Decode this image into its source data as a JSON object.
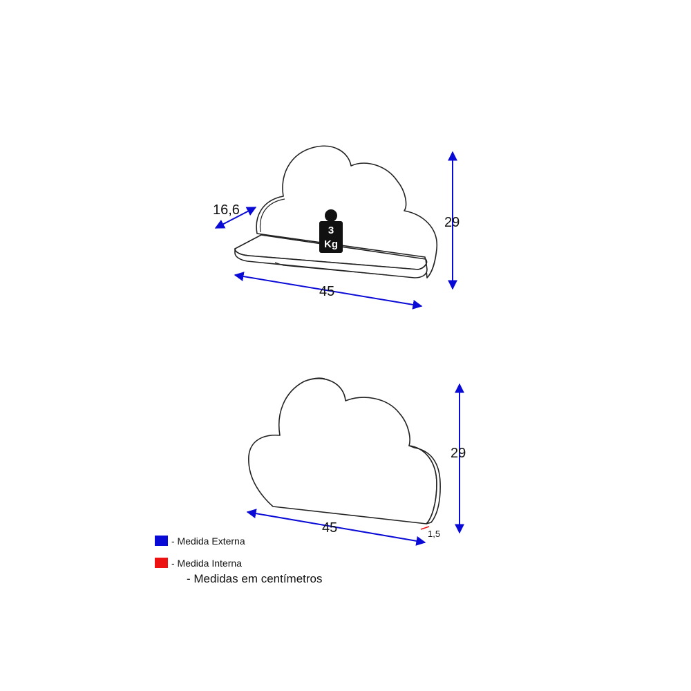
{
  "colors": {
    "external": "#0a0ad6",
    "internal": "#ee1111",
    "outline": "#222222"
  },
  "view_top": {
    "width_label": "45",
    "height_label": "29",
    "depth_label": "16,6",
    "weight_line1": "3",
    "weight_line2": "Kg"
  },
  "view_bottom": {
    "width_label": "45",
    "height_label": "29",
    "thickness_label": "1,5"
  },
  "legend": {
    "external_label": "- Medida Externa",
    "internal_label": "- Medida Interna",
    "note": "- Medidas em centímetros"
  }
}
